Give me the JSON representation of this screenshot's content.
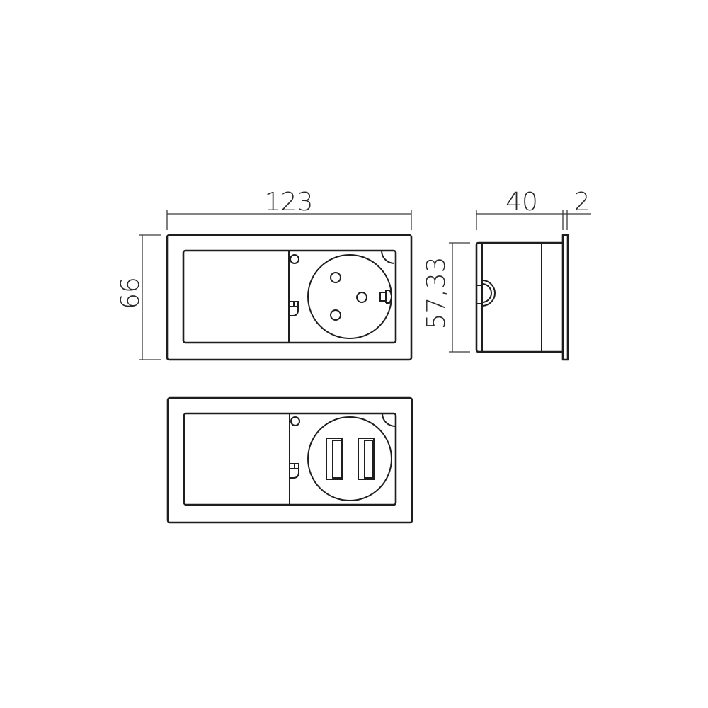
{
  "drawing": {
    "type": "technical-dimension-drawing",
    "subject": "built-in socket box: top view (Schuko + blank), top view (USB x2 + blank), side view",
    "units": "mm",
    "stroke_color": "#1e1e1e",
    "background_color": "#ffffff"
  },
  "dimensions": {
    "width": "123",
    "height": "66",
    "depth": "40",
    "flange_thickness": "2",
    "body_height": "57,33"
  },
  "views": [
    {
      "name": "front-view-schuko",
      "modules": [
        "blank-cover",
        "schuko-socket"
      ]
    },
    {
      "name": "front-view-usb",
      "modules": [
        "blank-cover",
        "dual-usb-socket"
      ]
    },
    {
      "name": "side-view",
      "modules": [
        "body",
        "flange",
        "clip"
      ]
    }
  ]
}
